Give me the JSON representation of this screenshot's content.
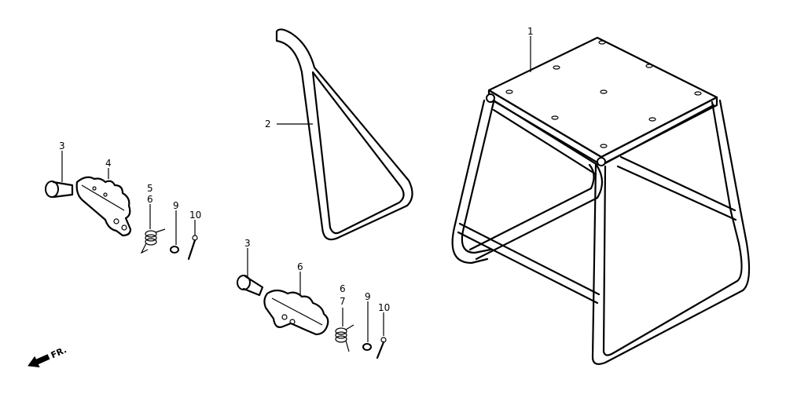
{
  "callouts": {
    "c1": "1",
    "c2": "2",
    "c3a": "3",
    "c4": "4",
    "c5": "5",
    "c6a": "6",
    "c9a": "9",
    "c10a": "10",
    "c3b": "3",
    "c6b": "6",
    "c6c": "6",
    "c7": "7",
    "c9b": "9",
    "c10b": "10"
  },
  "front_indicator": "FR.",
  "colors": {
    "line": "#000000",
    "background": "#ffffff"
  }
}
